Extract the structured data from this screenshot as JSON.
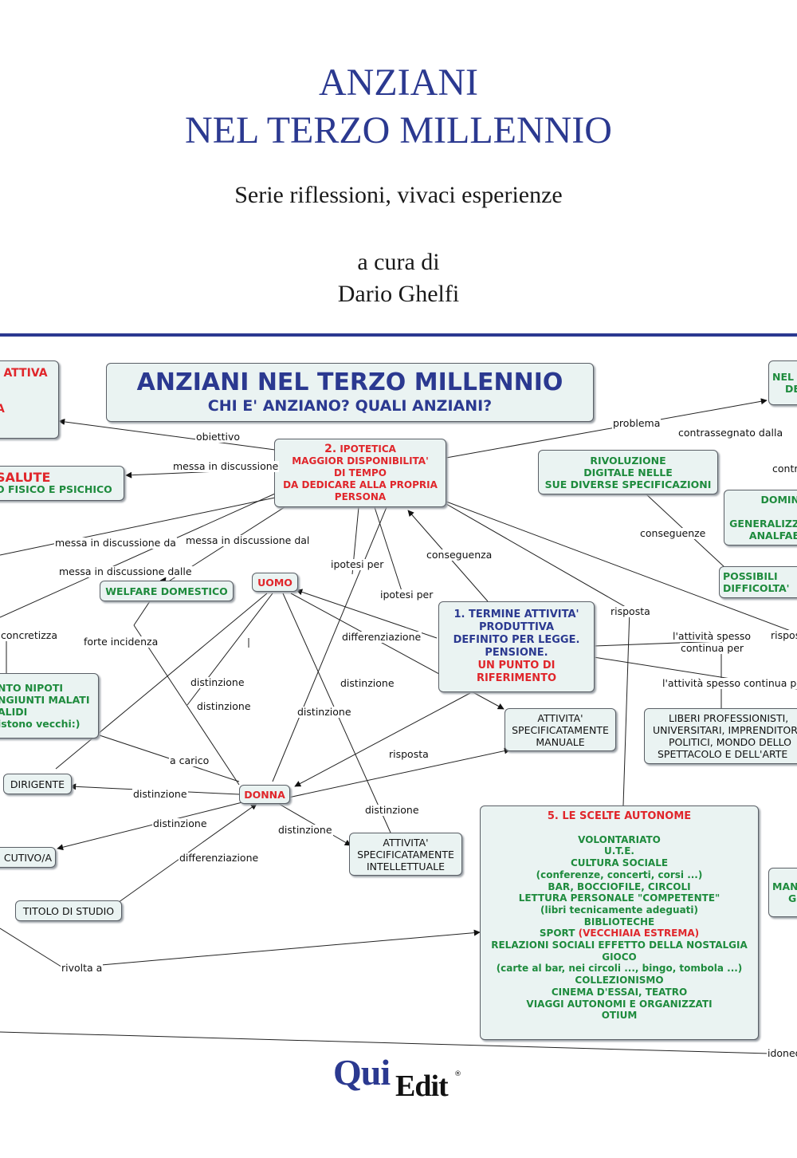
{
  "cover": {
    "title_line1": "ANZIANI",
    "title_line2": "NEL TERZO MILLENNIO",
    "subtitle": "Serie riflessioni, vivaci esperienze",
    "editor_prefix": "a cura di",
    "editor_name": "Dario Ghelfi"
  },
  "map": {
    "main_title": "ANZIANI NEL TERZO MILLENNIO",
    "main_subtitle": "CHI E' ANZIANO? QUALI ANZIANI?",
    "n_attiva": "ATTIVA",
    "n_attiva_2": "A",
    "n_salute_1": "SALUTE",
    "n_salute_2": "O FISICO E PSICHICO",
    "n_ipotetica_num": "2.",
    "n_ipotetica_lines": [
      "IPOTETICA",
      "MAGGIOR DISPONIBILITA'",
      "DI TEMPO",
      "DA DEDICARE ALLA PROPRIA",
      "PERSONA"
    ],
    "n_nel": [
      "NEL",
      "DE"
    ],
    "n_rivoluzione": [
      "RIVOLUZIONE",
      "DIGITALE NELLE",
      "SUE DIVERSE SPECIFICAZIONI"
    ],
    "n_domin": [
      "DOMIN",
      "",
      "GENERALIZZ",
      "ANALFAE"
    ],
    "n_possibili": [
      "POSSIBILI",
      "DIFFICOLTA'"
    ],
    "n_welfare": "WELFARE DOMESTICO",
    "n_uomo": "UOMO",
    "n_termine_blue": [
      "1. TERMINE ATTIVITA'",
      "PRODUTTIVA",
      "DEFINITO PER LEGGE.",
      "PENSIONE."
    ],
    "n_termine_red": [
      "UN PUNTO DI",
      "RIFERIMENTO"
    ],
    "n_nipoti": [
      "NTO NIPOTI",
      "NGIUNTI MALATI",
      "ALIDI",
      "istono vecchi:)"
    ],
    "n_attivita_manuale": [
      "ATTIVITA'",
      "SPECIFICATAMENTE",
      "MANUALE"
    ],
    "n_liberi": [
      "LIBERI PROFESSIONISTI,",
      "UNIVERSITARI, IMPRENDITOR",
      "POLITICI, MONDO DELLO",
      "SPETTACOLO E DELL'ARTE"
    ],
    "n_dirigente": "DIRIGENTE",
    "n_donna": "DONNA",
    "n_esecutivo": "CUTIVO/A",
    "n_attivita_intellettuale": [
      "ATTIVITA'",
      "SPECIFICATAMENTE",
      "INTELLETTUALE"
    ],
    "n_titolo": "TITOLO DI STUDIO",
    "n_scelte_title": "5. LE SCELTE AUTONOME",
    "n_scelte_lines_a": [
      "VOLONTARIATO",
      "U.T.E.",
      "CULTURA SOCIALE",
      "(conferenze, concerti, corsi ...)",
      "BAR, BOCCIOFILE, CIRCOLI",
      "LETTURA PERSONALE \"COMPETENTE\"",
      "(libri tecnicamente adeguati)",
      "BIBLIOTECHE"
    ],
    "n_scelte_sport": "SPORT",
    "n_scelte_sport_red": "(VECCHIAIA ESTREMA)",
    "n_scelte_lines_b": [
      "RELAZIONI SOCIALI EFFETTO DELLA NOSTALGIA",
      "GIOCO",
      "(carte al bar, nei circoli ..., bingo, tombola ...)",
      "COLLEZIONISMO",
      "CINEMA D'ESSAI, TEATRO",
      "VIAGGI AUTONOMI E ORGANIZZATI",
      "OTIUM"
    ],
    "n_man": [
      "MAN",
      "GE"
    ],
    "labels": {
      "obiettivo": "obiettivo",
      "messa_discussione": "messa in discussione",
      "problema": "problema",
      "contrassegnato": "contrassegnato dalla",
      "contr": "contr",
      "conseguenze": "conseguenze",
      "messa_da": "messa in discussione da",
      "messa_dal": "messa in discussione dal",
      "messa_dalle": "messa in discussione dalle",
      "ipotesi_per_1": "ipotesi per",
      "ipotesi_per_2": "ipotesi per",
      "conseguenza": "conseguenza",
      "risposta_1": "risposta",
      "rispos": "rispos",
      "concretizza": "concretizza",
      "forte_incidenza": "forte incidenza",
      "differenziazione_1": "differenziazione",
      "attivita_spesso_1": "l'attività spesso",
      "continua_per": "continua per",
      "attivita_spesso_2": "l'attività spesso continua pe",
      "distinzione_1": "distinzione",
      "distinzione_2": "distinzione",
      "distinzione_3": "distinzione",
      "distinzione_4": "distinzione",
      "a_carico": "a carico",
      "risposta_2": "risposta",
      "distinzione_5": "distinzione",
      "distinzione_6": "distinzione",
      "distinzione_7": "distinzione",
      "distinzione_8": "distinzione",
      "differenziazione_2": "differenziazione",
      "rivolta_a": "rivolta a",
      "idoneo": "idoneo"
    }
  },
  "logo": {
    "part1": "Qui",
    "part2": "Edit",
    "mark": "®"
  },
  "colors": {
    "title_blue": "#2b3990",
    "red": "#e0262b",
    "green": "#1e8b3d",
    "node_fill": "#eaf3f2"
  }
}
